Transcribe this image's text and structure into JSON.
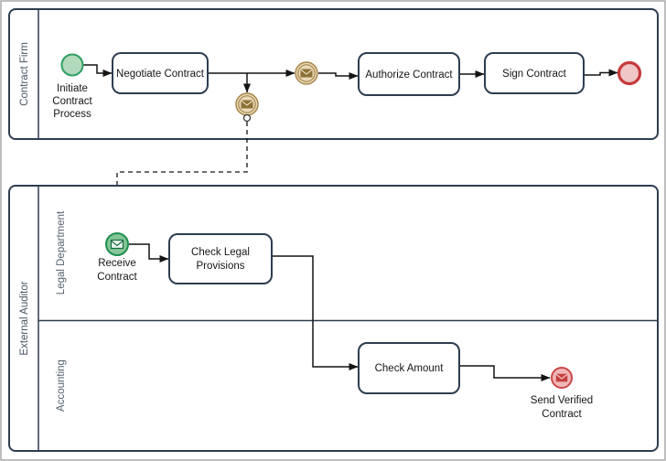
{
  "pools": [
    {
      "label": "Contract Firm",
      "nodes": {
        "start_event": {
          "type": "start-event",
          "label_lines": [
            "Initiate",
            "Contract",
            "Process"
          ]
        },
        "task_negotiate": {
          "type": "task",
          "label": "Negotiate Contract"
        },
        "msg_throw_main": {
          "type": "message-intermediate-throw-event"
        },
        "msg_throw_branch": {
          "type": "message-intermediate-throw-event"
        },
        "task_authorize": {
          "type": "task",
          "label": "Authorize Contract"
        },
        "task_sign": {
          "type": "task",
          "label": "Sign Contract"
        },
        "end_event": {
          "type": "end-event"
        }
      }
    },
    {
      "label": "External Auditor",
      "lanes": [
        {
          "label": "Legal Department"
        },
        {
          "label": "Accounting"
        }
      ],
      "nodes": {
        "msg_start_receive": {
          "type": "message-start-event",
          "label_lines": [
            "Receive",
            "Contract"
          ]
        },
        "task_check_legal": {
          "type": "task",
          "label_lines": [
            "Check Legal",
            "Provisions"
          ]
        },
        "task_check_amount": {
          "type": "task",
          "label": "Check Amount"
        },
        "msg_end_send": {
          "type": "message-end-event",
          "label_lines": [
            "Send Verified",
            "Contract"
          ]
        }
      }
    }
  ],
  "colors": {
    "pool_border": "#2d3d50",
    "flow_line": "#141414",
    "start_event_fill": "#b3d9bd",
    "start_event_stroke": "#2f9e62",
    "receive_event_fill": "#85c698",
    "receive_event_stroke": "#1f8e50",
    "message_throw_fill": "#e9d9b7",
    "message_throw_stroke": "#a8874b",
    "message_throw_icon": "#8d7136",
    "end_event_fill": "#f0c6c6",
    "end_event_stroke": "#c5393c",
    "send_event_fill": "#f0b8b8",
    "send_event_stroke": "#ca4747",
    "send_event_icon": "#c5403d"
  }
}
